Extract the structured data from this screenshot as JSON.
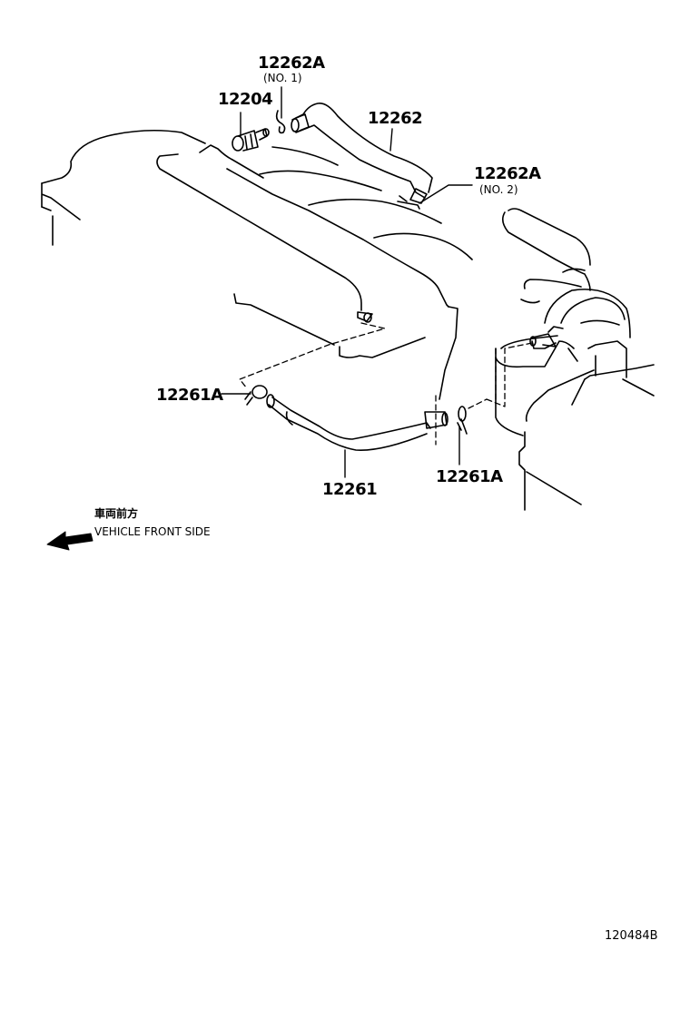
{
  "diagram": {
    "type": "exploded parts diagram",
    "subject": "PCV / ventilation hose assembly on engine",
    "callouts": [
      {
        "id": "c1",
        "part_number": "12262A",
        "note": "(NO. 1)"
      },
      {
        "id": "c2",
        "part_number": "12204",
        "note": ""
      },
      {
        "id": "c3",
        "part_number": "12262",
        "note": ""
      },
      {
        "id": "c4",
        "part_number": "12262A",
        "note": "(NO. 2)"
      },
      {
        "id": "c5",
        "part_number": "12261A",
        "note": ""
      },
      {
        "id": "c6",
        "part_number": "12261",
        "note": ""
      },
      {
        "id": "c7",
        "part_number": "12261A",
        "note": ""
      }
    ],
    "direction": {
      "japanese": "車両前方",
      "english": "VEHICLE FRONT SIDE",
      "arrow": "arrow-left-down-icon"
    },
    "illustration_code": "120484B"
  }
}
